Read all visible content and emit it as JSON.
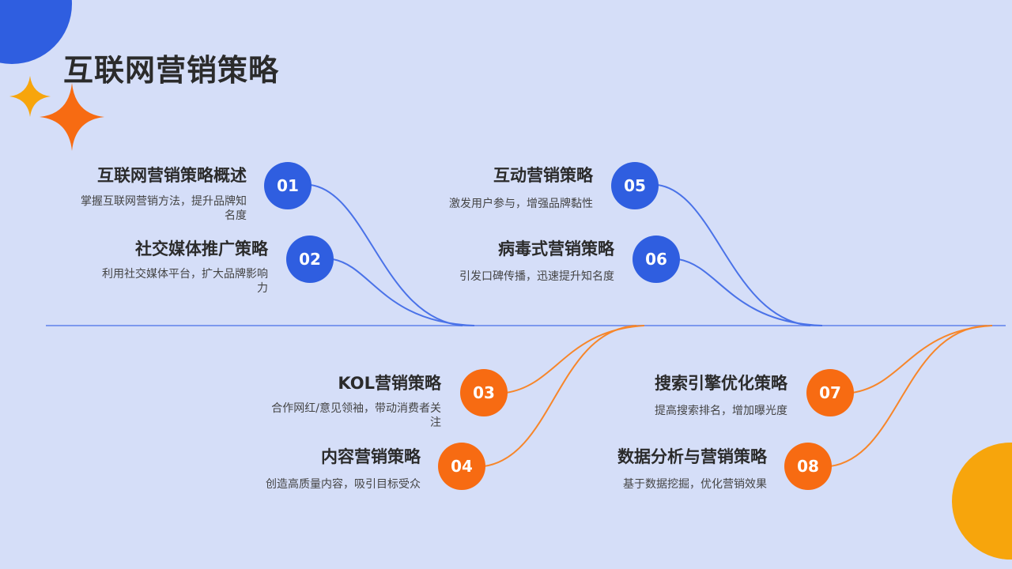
{
  "title": "互联网营销策略",
  "colors": {
    "background": "#d5def8",
    "blue": "#2f5ee0",
    "orange": "#f76b12",
    "line": "#7c98ee",
    "yellow": "#f7a50c"
  },
  "items": [
    {
      "num": "01",
      "heading": "互联网营销策略概述",
      "desc": "掌握互联网营销方法，提升品牌知名度",
      "color": "blue"
    },
    {
      "num": "02",
      "heading": "社交媒体推广策略",
      "desc": "利用社交媒体平台，扩大品牌影响力",
      "color": "blue"
    },
    {
      "num": "03",
      "heading": "KOL营销策略",
      "desc": "合作网红/意见领袖，带动消费者关注",
      "color": "orange"
    },
    {
      "num": "04",
      "heading": "内容营销策略",
      "desc": "创造高质量内容，吸引目标受众",
      "color": "orange"
    },
    {
      "num": "05",
      "heading": "互动营销策略",
      "desc": "激发用户参与，增强品牌黏性",
      "color": "blue"
    },
    {
      "num": "06",
      "heading": "病毒式营销策略",
      "desc": "引发口碑传播，迅速提升知名度",
      "color": "blue"
    },
    {
      "num": "07",
      "heading": "搜索引擎优化策略",
      "desc": "提高搜索排名，增加曝光度",
      "color": "orange"
    },
    {
      "num": "08",
      "heading": "数据分析与营销策略",
      "desc": "基于数据挖掘，优化营销效果",
      "color": "orange"
    }
  ]
}
